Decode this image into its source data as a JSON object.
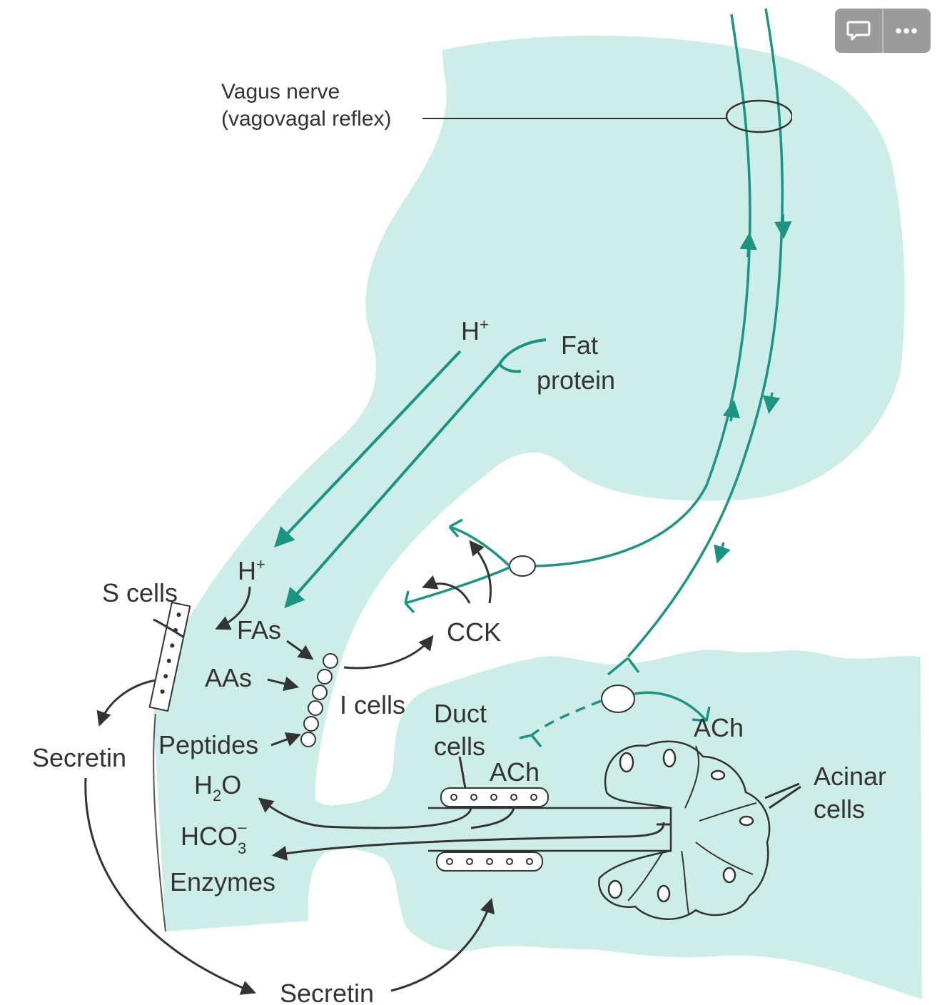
{
  "diagram": {
    "colors": {
      "tissue": "#cdeee8",
      "nerve": "#1a9483",
      "ink": "#333333",
      "outline": "#555555"
    },
    "labels": {
      "vagus_line1": "Vagus nerve",
      "vagus_line2": "(vagovagal reflex)",
      "h_plus_upper": "H",
      "h_plus_upper_sup": "+",
      "fat": "Fat",
      "protein": "protein",
      "h_plus_lower": "H",
      "h_plus_lower_sup": "+",
      "s_cells": "S cells",
      "fas": "FAs",
      "aas": "AAs",
      "peptides": "Peptides",
      "i_cells": "I cells",
      "cck": "CCK",
      "secretin_left": "Secretin",
      "secretin_bottom": "Secretin",
      "h2o_h": "H",
      "h2o_sub": "2",
      "h2o_o": "O",
      "hco3_main": "HCO",
      "hco3_sub": "3",
      "hco3_sup": "–",
      "enzymes": "Enzymes",
      "duct_line1": "Duct",
      "duct_line2": "cells",
      "ach_duct": "ACh",
      "ach_right": "ACh",
      "acinar_line1": "Acinar",
      "acinar_line2": "cells"
    },
    "icons": {
      "comment": "comment-icon",
      "more": "more-options-icon"
    },
    "more_glyph": "•••"
  }
}
